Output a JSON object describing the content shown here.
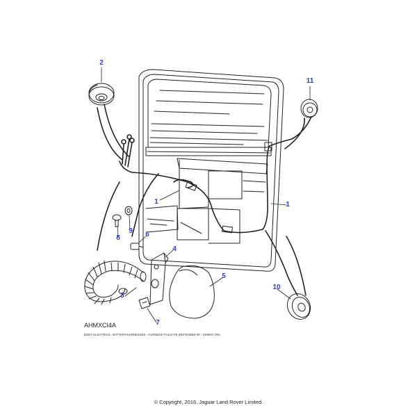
{
  "callouts": {
    "c1a": "1",
    "c1b": "1",
    "c2": "2",
    "c3": "3",
    "c4": "4",
    "c5": "5",
    "c6": "6",
    "c7": "7",
    "c8": "8",
    "c9": "9",
    "c10": "10",
    "c11": "11"
  },
  "code": "AHMXCI4A",
  "caption": "BODY ELECTRICS - BATTERY/HARNESSES - HARNESS-TAILGATE  (DEFENDER 90 - 1995MY ON)",
  "copyright": "© Copyright, 2016. Jaguar Land Rover Limited.",
  "colors": {
    "callout": "#2a3fcf",
    "line": "#222222"
  }
}
